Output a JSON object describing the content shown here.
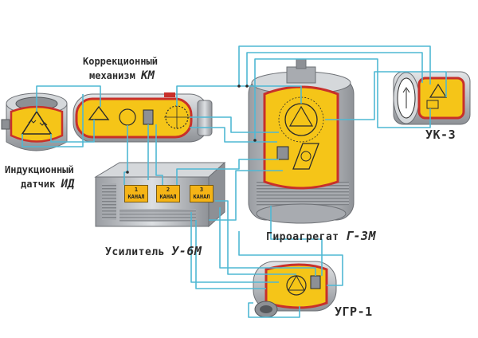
{
  "labels": {
    "km_line1": "Коррекционный",
    "km_line2": "механизм",
    "km_code": "КМ",
    "id_line1": "Индукционный",
    "id_line2": "датчик",
    "id_code": "ИД",
    "amp_name": "Усилитель",
    "amp_code": "У-6М",
    "gyro_name": "Гироагрегат",
    "gyro_code": "Г-3М",
    "uk_code": "УК-3",
    "ugr_code": "УГР-1"
  },
  "channels": [
    {
      "num": "1",
      "word": "КАНАЛ"
    },
    {
      "num": "2",
      "word": "КАНАЛ"
    },
    {
      "num": "3",
      "word": "КАНАЛ"
    }
  ],
  "colors": {
    "wire": "#4fb8d4",
    "housing": "#c9ccd0",
    "yellow": "#f5c518",
    "red": "#c8302a"
  }
}
